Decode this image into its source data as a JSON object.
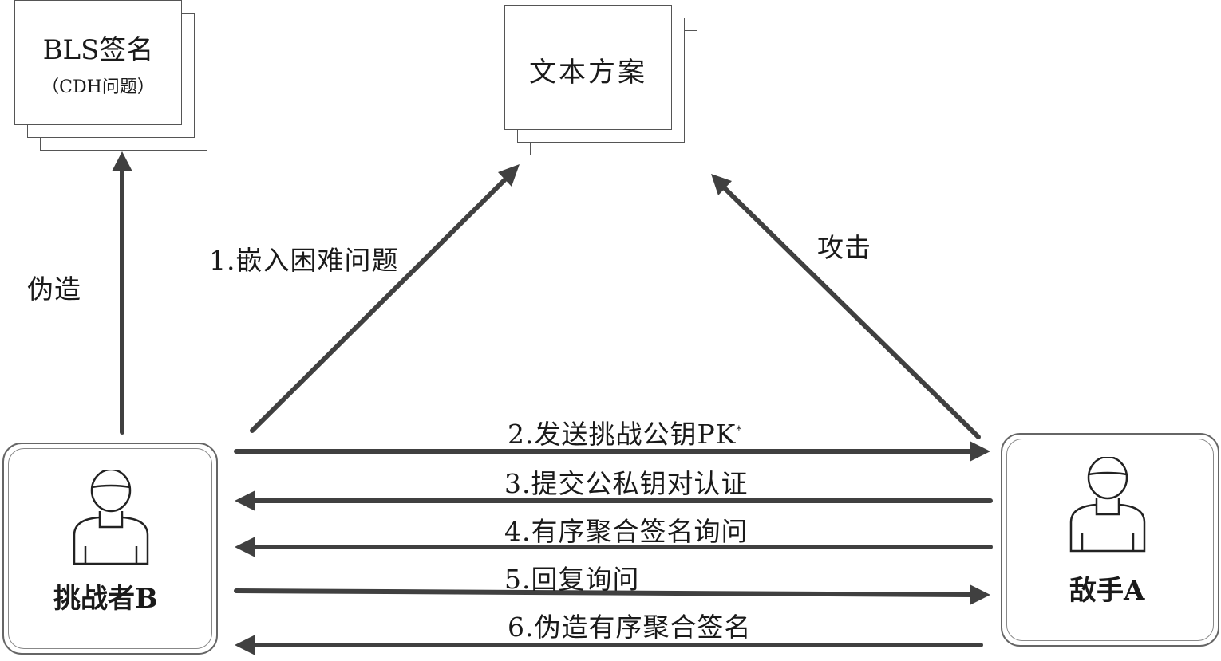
{
  "doc_bls": {
    "title": "BLS签名",
    "subtitle": "（CDH问题）"
  },
  "doc_text": {
    "title": "文本方案"
  },
  "labels": {
    "forge": "伪造",
    "embed": "1.嵌入困难问题",
    "attack": "攻击"
  },
  "messages": [
    {
      "text": "2.发送挑战公钥PK",
      "sup": "*",
      "direction": "to-adversary"
    },
    {
      "text": "3.提交公私钥对认证",
      "direction": "to-challenger"
    },
    {
      "text": "4.有序聚合签名询问",
      "direction": "to-challenger"
    },
    {
      "text": "5.回复询问",
      "direction": "to-adversary"
    },
    {
      "text": "6.伪造有序聚合签名",
      "direction": "to-challenger"
    }
  ],
  "actors": {
    "challenger": {
      "name": "挑战者B",
      "icon": "person-icon"
    },
    "adversary": {
      "name": "敌手A",
      "icon": "person-icon"
    }
  },
  "colors": {
    "arrow": "#404040",
    "border": "#555555"
  }
}
